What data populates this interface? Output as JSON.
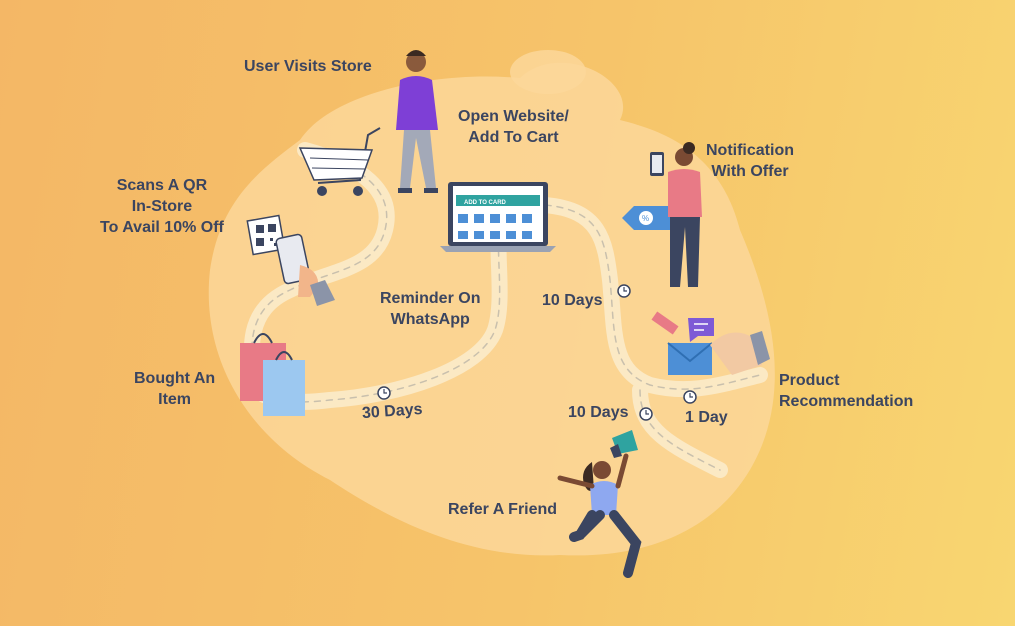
{
  "steps": {
    "user_visits_store": "User Visits Store",
    "open_website": [
      "Open Website/",
      "Add To Cart"
    ],
    "notification": [
      "Notification",
      "With Offer"
    ],
    "scans_qr": [
      "Scans A QR",
      "In-Store",
      "To Avail 10% Off"
    ],
    "reminder": [
      "Reminder On",
      "WhatsApp"
    ],
    "bought": [
      "Bought An",
      "Item"
    ],
    "product_recommendation": [
      "Product",
      "Recommendation"
    ],
    "refer_friend": "Refer A Friend"
  },
  "durations": {
    "d30": "30 Days",
    "d10_top": "10 Days",
    "d10_bottom": "10 Days",
    "d1": "1 Day"
  },
  "laptop": {
    "button": "ADD TO CARD"
  },
  "colors": {
    "blob": "#fbd79a",
    "road": "#fbe9c4",
    "text": "#3b4560",
    "purple": "#7e5ad6",
    "laptop_teal": "#2fa3a0",
    "pink": "#e87a86",
    "blue": "#4d8fd6"
  },
  "icons": [
    "shopping-cart-icon",
    "qr-code-icon",
    "shopping-bags-icon",
    "laptop-icon",
    "price-tag-icon",
    "clock-icon",
    "envelope-icon",
    "megaphone-icon"
  ]
}
